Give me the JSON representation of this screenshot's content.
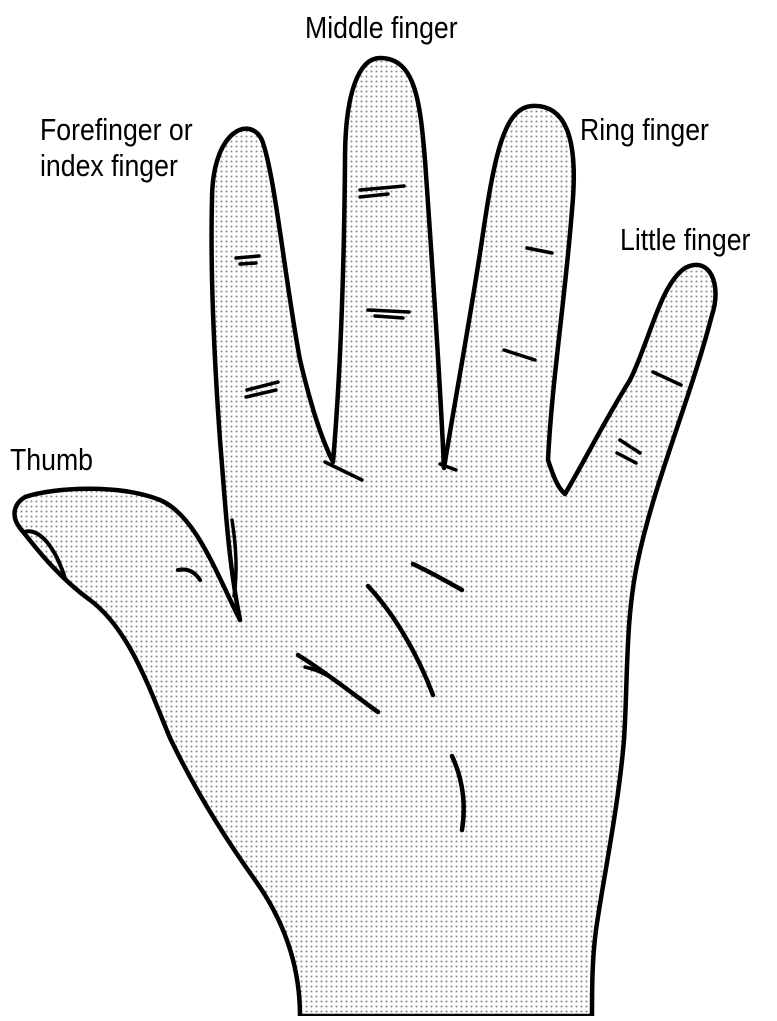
{
  "labels": {
    "middle": "Middle finger",
    "forefinger_line1": "Forefinger or",
    "forefinger_line2": "index finger",
    "ring": "Ring finger",
    "little": "Little finger",
    "thumb": "Thumb"
  },
  "colors": {
    "outline": "#000000",
    "dots": "#8a8a8a",
    "background": "#ffffff"
  }
}
